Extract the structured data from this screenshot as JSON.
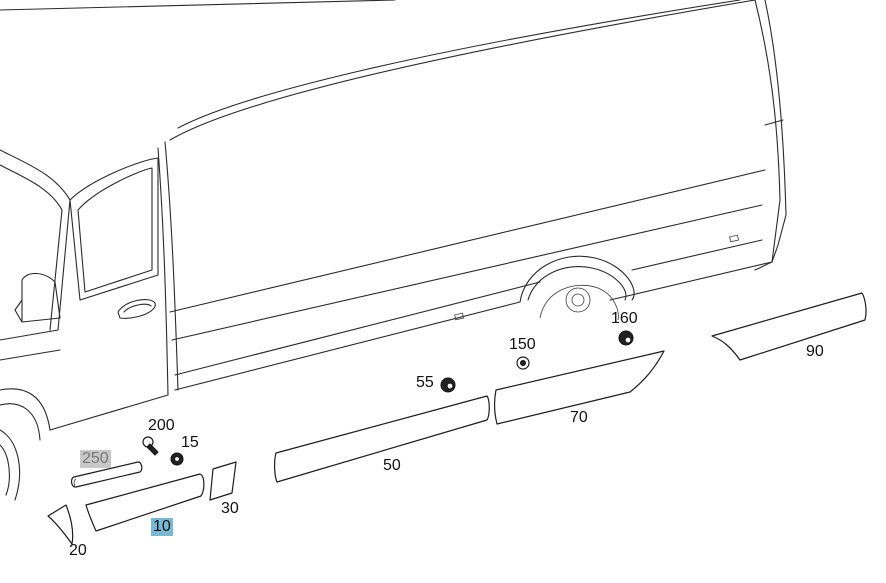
{
  "callouts": {
    "c10": "10",
    "c15": "15",
    "c20": "20",
    "c30": "30",
    "c50": "50",
    "c55": "55",
    "c70": "70",
    "c90": "90",
    "c150": "150",
    "c160": "160",
    "c200": "200",
    "c250": "250"
  },
  "colors": {
    "highlight": "#7ab8d3",
    "unavailable": "#c8c8c8"
  }
}
